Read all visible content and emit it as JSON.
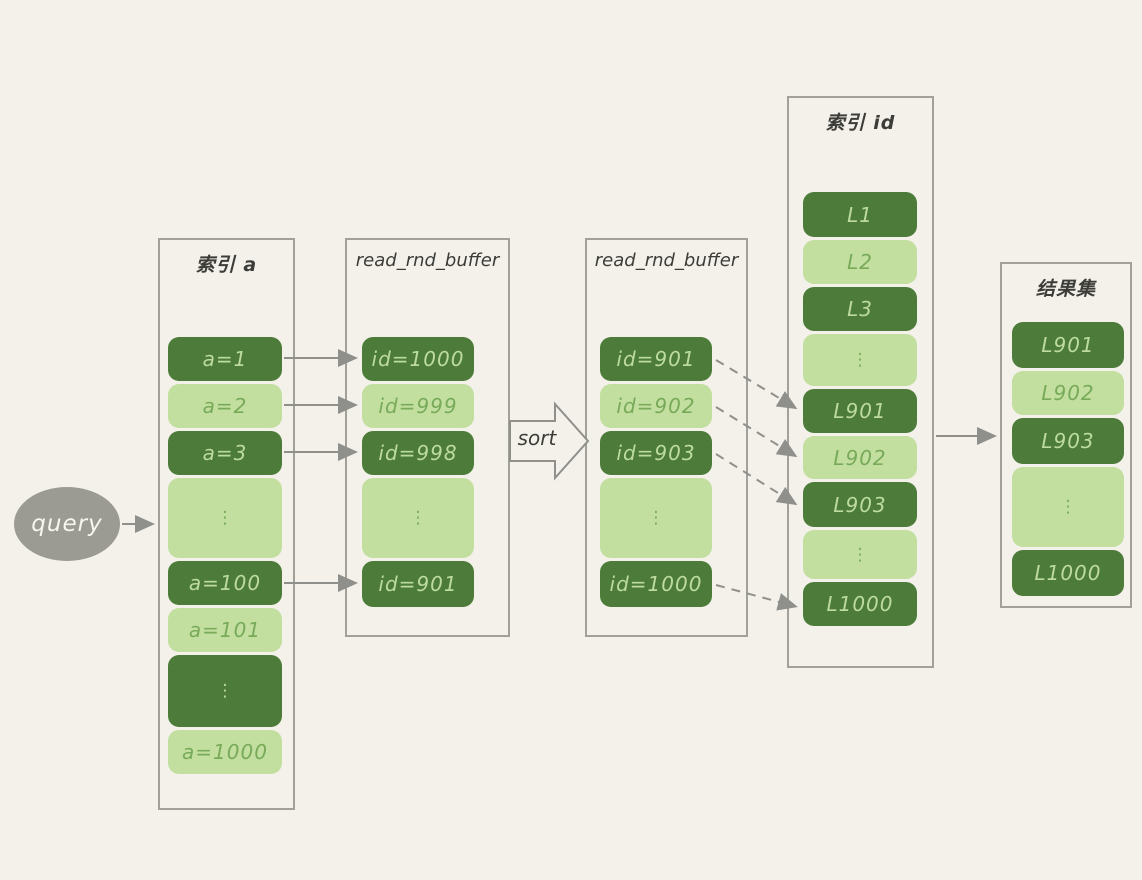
{
  "diagram": {
    "query": {
      "label": "query"
    },
    "sort": {
      "label": "sort"
    },
    "columns": [
      {
        "name": "index-a",
        "title": "索引 a",
        "cells": [
          {
            "label": "a=1",
            "tone": "dark"
          },
          {
            "label": "a=2",
            "tone": "light"
          },
          {
            "label": "a=3",
            "tone": "dark"
          },
          {
            "label": "⋮",
            "tone": "light",
            "ellipsis": true
          },
          {
            "label": "a=100",
            "tone": "dark"
          },
          {
            "label": "a=101",
            "tone": "light"
          },
          {
            "label": "⋮",
            "tone": "dark",
            "ellipsis": true
          },
          {
            "label": "a=1000",
            "tone": "light"
          }
        ]
      },
      {
        "name": "read-rnd-buffer-unsorted",
        "title": "read_rnd_buffer",
        "cells": [
          {
            "label": "id=1000",
            "tone": "dark"
          },
          {
            "label": "id=999",
            "tone": "light"
          },
          {
            "label": "id=998",
            "tone": "dark"
          },
          {
            "label": "⋮",
            "tone": "light",
            "ellipsis": true
          },
          {
            "label": "id=901",
            "tone": "dark"
          }
        ]
      },
      {
        "name": "read-rnd-buffer-sorted",
        "title": "read_rnd_buffer",
        "cells": [
          {
            "label": "id=901",
            "tone": "dark"
          },
          {
            "label": "id=902",
            "tone": "light"
          },
          {
            "label": "id=903",
            "tone": "dark"
          },
          {
            "label": "⋮",
            "tone": "light",
            "ellipsis": true
          },
          {
            "label": "id=1000",
            "tone": "dark"
          }
        ]
      },
      {
        "name": "index-id",
        "title": "索引 id",
        "cells": [
          {
            "label": "L1",
            "tone": "dark"
          },
          {
            "label": "L2",
            "tone": "light"
          },
          {
            "label": "L3",
            "tone": "dark"
          },
          {
            "label": "⋮",
            "tone": "light",
            "ellipsis": true
          },
          {
            "label": "L901",
            "tone": "dark"
          },
          {
            "label": "L902",
            "tone": "light"
          },
          {
            "label": "L903",
            "tone": "dark"
          },
          {
            "label": "⋮",
            "tone": "light",
            "ellipsis": true
          },
          {
            "label": "L1000",
            "tone": "dark"
          }
        ]
      },
      {
        "name": "result-set",
        "title": "结果集",
        "cells": [
          {
            "label": "L901",
            "tone": "dark"
          },
          {
            "label": "L902",
            "tone": "light"
          },
          {
            "label": "L903",
            "tone": "dark"
          },
          {
            "label": "⋮",
            "tone": "light",
            "ellipsis": true
          },
          {
            "label": "L1000",
            "tone": "dark"
          }
        ]
      }
    ],
    "colors": {
      "background": "#f3f1ea",
      "cell_dark": "#4d7c3a",
      "cell_light": "#c2df9f",
      "text_on_dark": "#bcdb9d",
      "text_on_light": "#78aa59",
      "box_border": "#a1a099",
      "arrow": "#8f8f8c",
      "title_text": "#3c3c38",
      "query_fill": "#9b9b94",
      "query_text": "#f6f5ef"
    }
  }
}
